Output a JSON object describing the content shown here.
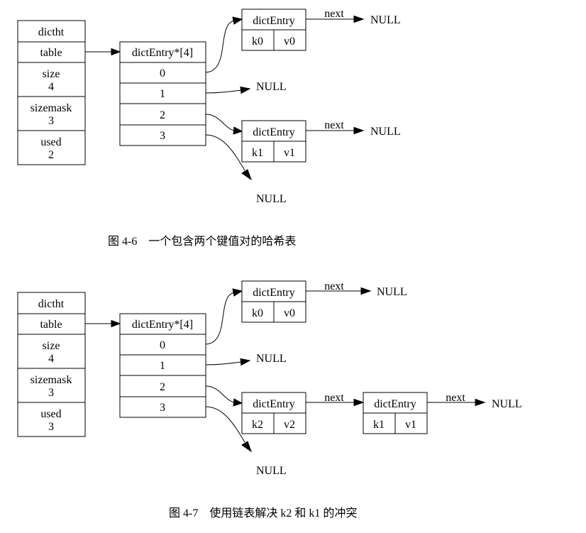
{
  "figure1": {
    "dictht": {
      "title": "dictht",
      "table": "table",
      "size_label": "size",
      "size_value": "4",
      "sizemask_label": "sizemask",
      "sizemask_value": "3",
      "used_label": "used",
      "used_value": "2"
    },
    "array": {
      "title": "dictEntry*[4]",
      "slots": [
        "0",
        "1",
        "2",
        "3"
      ]
    },
    "entry_k0": {
      "title": "dictEntry",
      "key": "k0",
      "value": "v0",
      "next_label": "next",
      "next_target": "NULL"
    },
    "entry_k1": {
      "title": "dictEntry",
      "key": "k1",
      "value": "v1",
      "next_label": "next",
      "next_target": "NULL"
    },
    "slot1_target": "NULL",
    "slot3_target": "NULL",
    "caption": "图 4-6　一个包含两个键值对的哈希表"
  },
  "figure2": {
    "dictht": {
      "title": "dictht",
      "table": "table",
      "size_label": "size",
      "size_value": "4",
      "sizemask_label": "sizemask",
      "sizemask_value": "3",
      "used_label": "used",
      "used_value": "3"
    },
    "array": {
      "title": "dictEntry*[4]",
      "slots": [
        "0",
        "1",
        "2",
        "3"
      ]
    },
    "entry_k0": {
      "title": "dictEntry",
      "key": "k0",
      "value": "v0",
      "next_label": "next",
      "next_target": "NULL"
    },
    "entry_k2": {
      "title": "dictEntry",
      "key": "k2",
      "value": "v2",
      "next_label": "next"
    },
    "entry_k1": {
      "title": "dictEntry",
      "key": "k1",
      "value": "v1",
      "next_label": "next",
      "next_target": "NULL"
    },
    "slot1_target": "NULL",
    "slot3_target": "NULL",
    "caption": "图 4-7　使用链表解决 k2 和 k1 的冲突"
  }
}
